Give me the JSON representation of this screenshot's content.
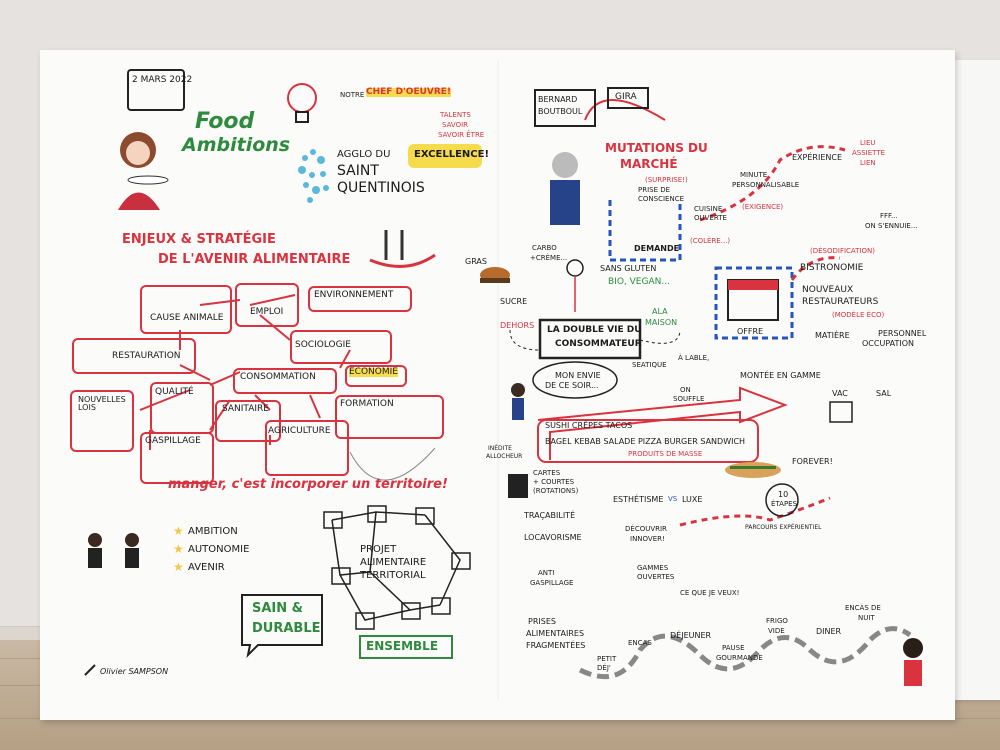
{
  "header": {
    "date": "2 MARS 2022",
    "food": "Food",
    "ambitions": "Ambitions",
    "notre": "NOTRE",
    "chef": "CHEF D'OEUVRE!",
    "talents": "TALENTS",
    "savoir": "SAVOIR",
    "savoir_etre": "SAVOIR ÊTRE",
    "excellence": "EXCELLENCE!",
    "agglo_1": "AGGLO DU",
    "agglo_2": "SAINT",
    "agglo_3": "QUENTINOIS"
  },
  "left": {
    "title_1": "ENJEUX & STRATÉGIE",
    "title_2": "DE L'AVENIR ALIMENTAIRE",
    "cause_animale": "CAUSE ANIMALE",
    "emploi": "EMPLOI",
    "environnement": "ENVIRONNEMENT",
    "restauration": "RESTAURATION",
    "sociologie": "SOCIOLOGIE",
    "consommation": "CONSOMMATION",
    "economie": "ECONOMIE",
    "nouvelles_lois": "NOUVELLES LOIS",
    "qualite": "QUALITÉ",
    "sanitaire": "SANITAIRE",
    "formation": "FORMATION",
    "gaspillage": "GASPILLAGE",
    "agriculture": "AGRICULTURE",
    "manger": "manger, c'est incorporer un territoire!",
    "ambition": "AMBITION",
    "autonomie": "AUTONOMIE",
    "avenir": "AVENIR",
    "projet_1": "PROJET",
    "projet_2": "ALIMENTAIRE",
    "projet_3": "TERRITORIAL",
    "sain": "SAIN &",
    "durable": "DURABLE",
    "ensemble": "ENSEMBLE",
    "signature": "Olivier SAMPSON"
  },
  "right": {
    "bernard_1": "BERNARD",
    "bernard_2": "BOUTBOUL",
    "gira": "GIRA",
    "mutations_1": "MUTATIONS DU",
    "mutations_2": "MARCHÉ",
    "surprise": "(SURPRISE!)",
    "prise_1": "PRISE DE",
    "prise_2": "CONSCIENCE",
    "cuisine_1": "CUISINE",
    "cuisine_2": "OUVERTE",
    "colere": "(COLÈRE...)",
    "minute_1": "MINUTE",
    "minute_2": "PERSONNALISABLE",
    "exigence": "(EXIGENCE)",
    "experience": "EXPÉRIENCE",
    "lieu_1": "LIEU",
    "lieu_2": "ASSIETTE",
    "lieu_3": "LIEN",
    "demande": "DEMANDE",
    "fff": "FFF...",
    "ennuie": "ON S'ENNUIE...",
    "desodification": "(DÉSODIFICATION)",
    "bistronomie": "BISTRONOMIE",
    "nouveaux_1": "NOUVEAUX",
    "nouveaux_2": "RESTAURATEURS",
    "modele_eco": "(MODÈLE ÉCO)",
    "offre": "OFFRE",
    "matiere": "MATIÈRE",
    "personnel_1": "PERSONNEL",
    "personnel_2": "OCCUPATION",
    "gras": "GRAS",
    "carbo_1": "CARBO",
    "carbo_2": "+CRÈME...",
    "sucre": "SUCRE",
    "sans_gluten": "SANS GLUTEN",
    "bio_vegan": "BIO, VEGAN...",
    "dehors": "DEHORS",
    "ala_1": "ALA",
    "ala_2": "MAISON",
    "double_1": "LA DOUBLE VIE DU",
    "double_2": "CONSOMMATEUR",
    "envie_1": "MON ENVIE",
    "envie_2": "DE CE SOIR...",
    "seatique": "SEATIQUE",
    "alatable": "À LABLE,",
    "on_souffle_1": "ON",
    "on_souffle_2": "SOUFFLE",
    "montee": "MONTÉE EN GAMME",
    "vac": "VAC",
    "sal": "SAL",
    "food_list_1": "SUSHI   CRÊPES TACOS",
    "food_list_2": "BAGEL KEBAB  SALADE  PIZZA  BURGER  SANDWICH",
    "produits": "PRODUITS DE MASSE",
    "forever": "FOREVER!",
    "inedite_1": "INÉDITE",
    "inedite_2": "ALLOCHEUR",
    "cartes_1": "CARTES",
    "cartes_2": "+ COURTES",
    "cartes_3": "(ROTATIONS)",
    "esthetisme": "ESTHÉTISME",
    "vs": "VS",
    "luxe": "LUXE",
    "etapes_1": "10",
    "etapes_2": "ÉTAPES",
    "tracabilite": "TRAÇABILITÉ",
    "locavorisme": "LOCAVORISME",
    "anti_1": "ANTI",
    "anti_2": "GASPILLAGE",
    "decouvrir_1": "DÉCOUVRIR",
    "decouvrir_2": "INNOVER!",
    "parcours": "PARCOURS EXPÉRIENTIEL",
    "gammes_1": "GAMMES",
    "gammes_2": "OUVERTES",
    "ce_que": "CE QUE JE VEUX!",
    "prises_1": "PRISES",
    "prises_2": "ALIMENTAIRES",
    "prises_3": "FRAGMENTÉES",
    "petit_1": "PETIT",
    "petit_2": "DÉJ'",
    "encas": "ENCAS",
    "dejeuner": "DÉJEUNER",
    "pause_1": "PAUSE",
    "pause_2": "GOURMANDE",
    "frigo_1": "FRIGO",
    "frigo_2": "VIDE",
    "diner": "DINER",
    "encas_nuit_1": "ENCAS DE",
    "encas_nuit_2": "NUIT"
  }
}
